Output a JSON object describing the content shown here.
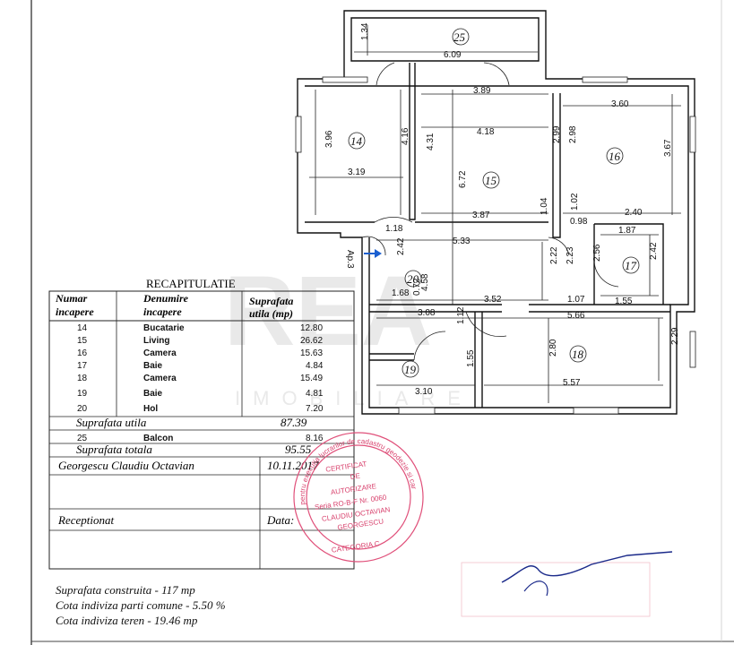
{
  "plan": {
    "apartment_label": "Ap.3",
    "rooms": [
      {
        "id": "25",
        "label": "25"
      },
      {
        "id": "14",
        "label": "14"
      },
      {
        "id": "15",
        "label": "15"
      },
      {
        "id": "16",
        "label": "16"
      },
      {
        "id": "17",
        "label": "17"
      },
      {
        "id": "18",
        "label": "18"
      },
      {
        "id": "19",
        "label": "19"
      },
      {
        "id": "20",
        "label": "20"
      }
    ],
    "dimensions": [
      "1.34",
      "6.09",
      "3.89",
      "4.18",
      "3.60",
      "3.96",
      "4.16",
      "4.31",
      "3.19",
      "6.72",
      "2.99",
      "2.98",
      "3.67",
      "3.87",
      "1.04",
      "1.02",
      "0.98",
      "2.40",
      "1.18",
      "2.42",
      "5.33",
      "1.87",
      "2.56",
      "2.22",
      "2.23",
      "2.42",
      "1.68",
      "4.58",
      "0.72",
      "3.52",
      "1.07",
      "1.55",
      "3.08",
      "5.66",
      "1.12",
      "2.80",
      "2.29",
      "1.55",
      "3.10",
      "5.57"
    ]
  },
  "table": {
    "title": "RECAPITULATIE",
    "col1_header_1": "Numar",
    "col1_header_2": "incapere",
    "col2_header_1": "Denumire",
    "col2_header_2": "incapere",
    "col3_header_1": "Suprafata",
    "col3_header_2": "utila (mp)",
    "rows": [
      {
        "num": "14",
        "name": "Bucatarie",
        "area": "12.80"
      },
      {
        "num": "15",
        "name": "Living",
        "area": "26.62"
      },
      {
        "num": "16",
        "name": "Camera",
        "area": "15.63"
      },
      {
        "num": "17",
        "name": "Baie",
        "area": "4.84"
      },
      {
        "num": "18",
        "name": "Camera",
        "area": "15.49"
      },
      {
        "num": "19",
        "name": "Baie",
        "area": "4.81"
      },
      {
        "num": "20",
        "name": "Hol",
        "area": "7.20"
      }
    ],
    "util_label": "Suprafata utila",
    "util_value": "87.39",
    "balcon_num": "25",
    "balcon_name": "Balcon",
    "balcon_value": "8.16",
    "total_label": "Suprafata totala",
    "total_value": "95.55",
    "author": "Georgescu Claudiu Octavian",
    "date_value": "10.11.2017",
    "receptionat": "Receptionat",
    "data_label": "Data:"
  },
  "stamp": {
    "lines": [
      "CERTIFICAT",
      "DE",
      "AUTORIZARE",
      "Seria RO-B-F Nr. 0060",
      "CLAUDIU OCTAVIAN",
      "GEORGESCU",
      "CATEGORIA C"
    ],
    "ring": "pentru executia lucrarilor de cadastru geodezie si cartografie"
  },
  "footer": {
    "line1": "Suprafata construita  -  117 mp",
    "line2": "Cota indiviza parti comune  -  5.50 %",
    "line3": "Cota indiviza teren  -  19.46 mp"
  },
  "watermark": {
    "big": "REA",
    "small": "IMOBILIARE"
  }
}
